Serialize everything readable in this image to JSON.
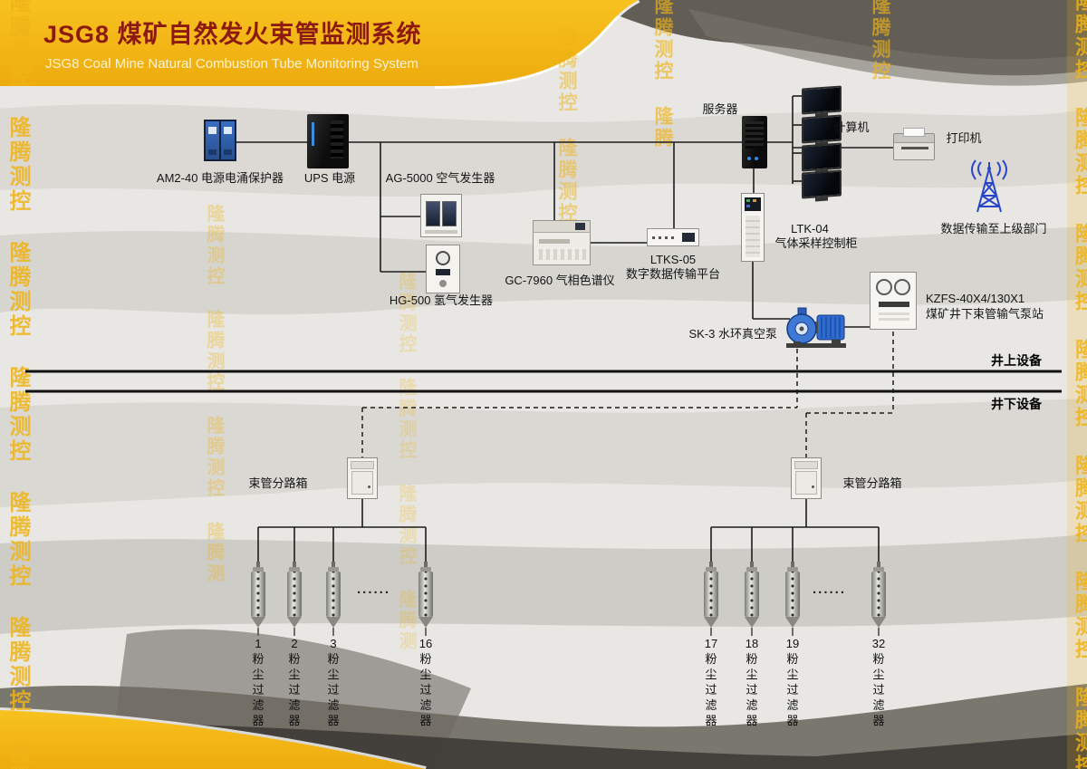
{
  "header": {
    "title": "JSG8 煤矿自然发火束管监测系统",
    "subtitle": "JSG8 Coal Mine Natural Combustion Tube Monitoring System"
  },
  "watermark": {
    "text": "隆腾测控",
    "repeated": "隆腾测控 隆腾测控 隆腾测控 隆腾测控 隆腾测控 隆腾测控 隆腾测控 隆腾测控 隆腾测控 隆腾测控 隆腾测控 隆腾测控"
  },
  "zones": {
    "surface": "井上设备",
    "underground": "井下设备"
  },
  "labels": {
    "surge_protector": "AM2-40 电源电涌保护器",
    "ups": "UPS 电源",
    "air_generator": "AG-5000 空气发生器",
    "hydrogen_generator": "HG-500 氢气发生器",
    "chromatograph": "GC-7960 气相色谱仪",
    "transmission_model": "LTKS-05",
    "transmission_name": "数字数据传输平台",
    "server": "服务器",
    "computer": "计算机",
    "printer": "打印机",
    "uplink": "数据传输至上级部门",
    "sampling_model": "LTK-04",
    "sampling_name": "气体采样控制柜",
    "pump_station_model": "KZFS-40X4/130X1",
    "pump_station_name": "煤矿井下束管输气泵站",
    "vacuum_pump": "SK-3 水环真空泵",
    "branch_box_left": "束管分路箱",
    "branch_box_right": "束管分路箱"
  },
  "filters": {
    "label": "粉尘过滤器",
    "left_numbers": [
      "1",
      "2",
      "3",
      "16"
    ],
    "right_numbers": [
      "17",
      "18",
      "19",
      "32"
    ],
    "ellipsis": "......"
  },
  "colors": {
    "brand_yellow": "#f3b515",
    "title_red": "#8d1a10",
    "line_black": "#1c1c1c",
    "antenna_blue": "#2746c8",
    "pump_blue": "#2f6bd0"
  }
}
